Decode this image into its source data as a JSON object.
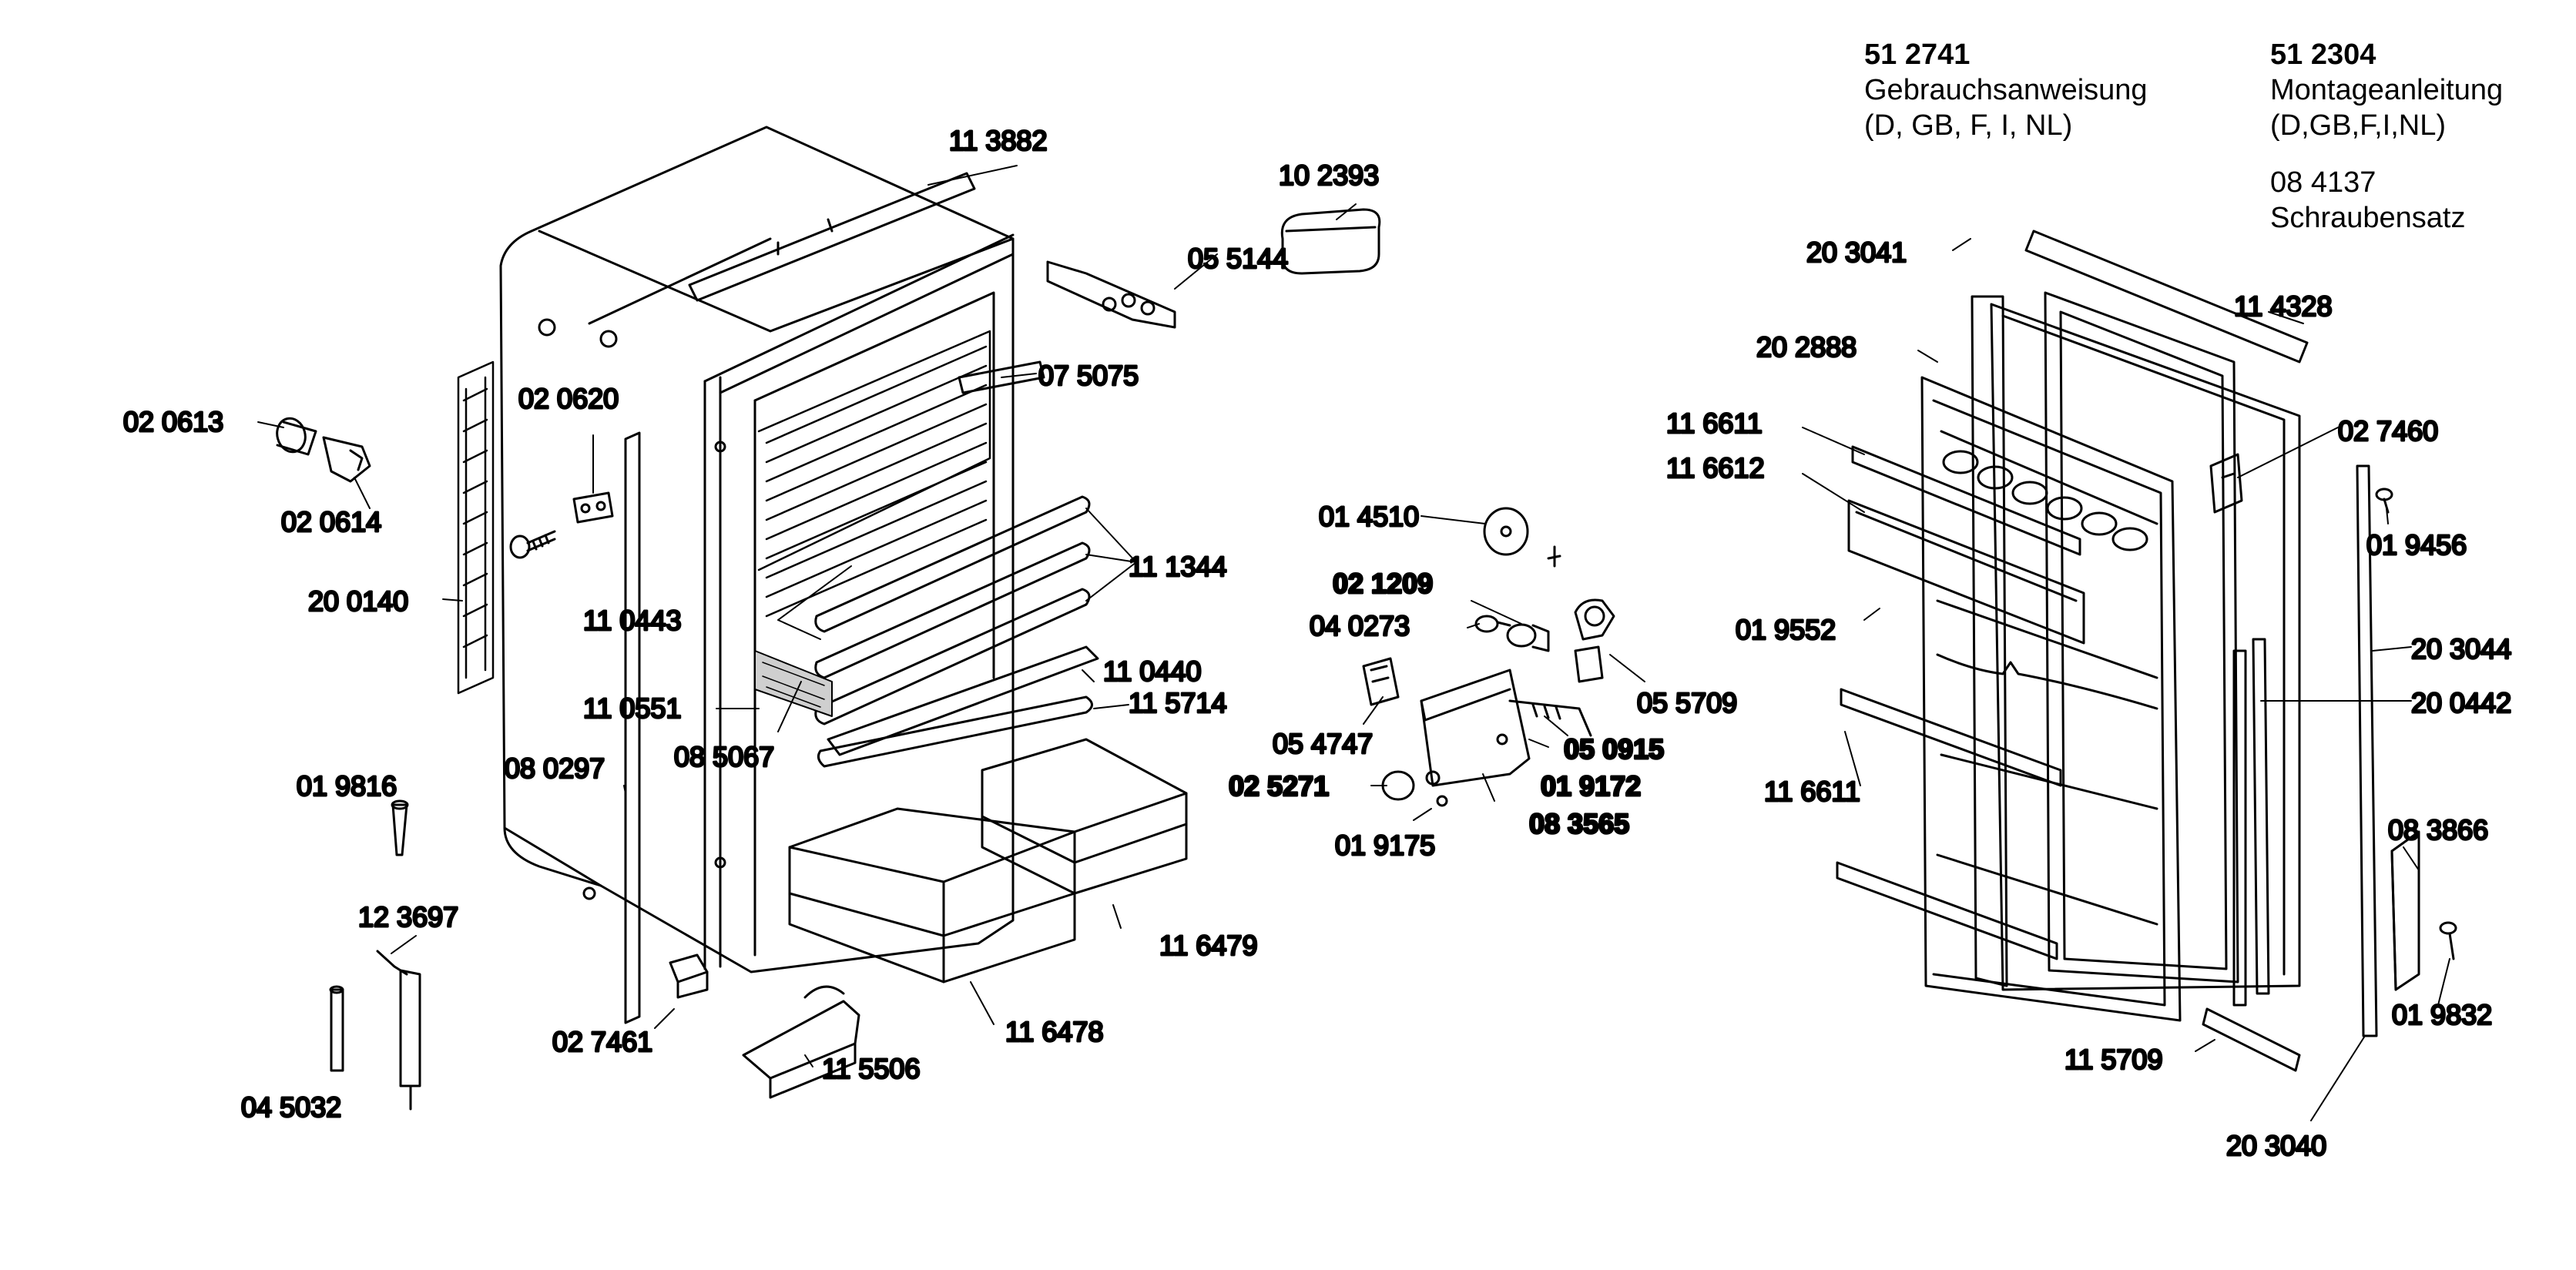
{
  "header": {
    "manual_number": "51 2741",
    "manual_title": "Gebrauchsanweisung",
    "manual_langs": "(D, GB, F, I, NL)",
    "install_number": "51 2304",
    "install_title": "Montageanleitung",
    "install_langs": "(D,GB,F,I,NL)",
    "screws_number": "08 4137",
    "screws_title": "Schraubensatz"
  },
  "parts": {
    "p113882": "11 3882",
    "p102393": "10 2393",
    "p055144": "05 5144",
    "p075075": "07 5075",
    "p020613": "02 0613",
    "p020620": "02 0620",
    "p020614": "02 0614",
    "p200140": "20 0140",
    "p110443": "11 0443",
    "p111344": "11 1344",
    "p110440": "11 0440",
    "p110551": "11 0551",
    "p115714": "11 5714",
    "p085067": "08 5067",
    "p019816": "01 9816",
    "p080297": "08 0297",
    "p123697": "12 3697",
    "p027461": "02 7461",
    "p045032": "04 5032",
    "p115506": "11 5506",
    "p116478": "11 6478",
    "p116479": "11 6479",
    "p014510": "01 4510",
    "p021209": "02 1209",
    "p040273": "04 0273",
    "p055709": "05 5709",
    "p054747": "05 4747",
    "p050915": "05 0915",
    "p019172": "01 9172",
    "p025271": "02 5271",
    "p083565": "08 3565",
    "p019175": "01 9175",
    "p203041": "20 3041",
    "p114328": "11 4328",
    "p202888": "20 2888",
    "p116611a": "11 6611",
    "p116612": "11 6612",
    "p027460": "02 7460",
    "p019456": "01 9456",
    "p019552": "01 9552",
    "p203044": "20 3044",
    "p200442": "20 0442",
    "p116611b": "11 6611",
    "p083866": "08 3866",
    "p019832": "01 9832",
    "p115709": "11 5709",
    "p203040": "20 3040"
  }
}
